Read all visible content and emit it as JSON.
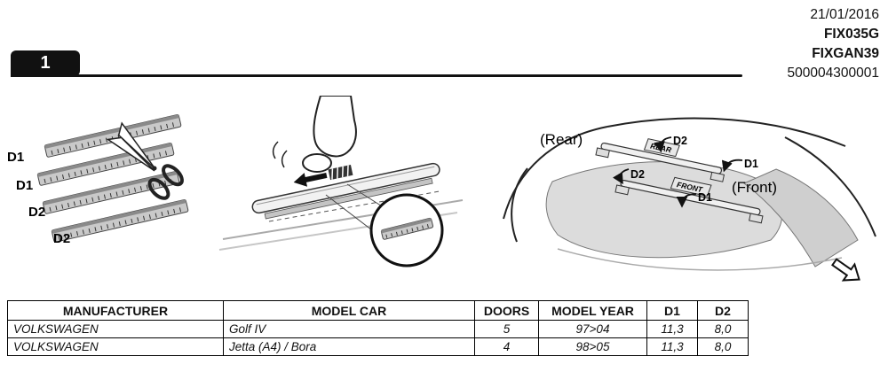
{
  "header": {
    "step": "1",
    "date": "21/01/2016",
    "code_1": "FIX035G",
    "code_2": "FIXGAN39",
    "code_3": "500004300001"
  },
  "fig_strips": {
    "labels": [
      "D1",
      "D1",
      "D2",
      "D2"
    ]
  },
  "fig_roof": {
    "rear_label": "(Rear)",
    "front_label": "(Front)",
    "rear_flag": "REAR",
    "front_flag": "FRONT",
    "d1": "D1",
    "d2": "D2"
  },
  "table": {
    "headers": [
      "MANUFACTURER",
      "MODEL CAR",
      "DOORS",
      "MODEL YEAR",
      "D1",
      "D2"
    ],
    "rows": [
      [
        "VOLKSWAGEN",
        "Golf IV",
        "5",
        "97>04",
        "11,3",
        "8,0"
      ],
      [
        "VOLKSWAGEN",
        "Jetta (A4) / Bora",
        "4",
        "98>05",
        "11,3",
        "8,0"
      ]
    ]
  }
}
